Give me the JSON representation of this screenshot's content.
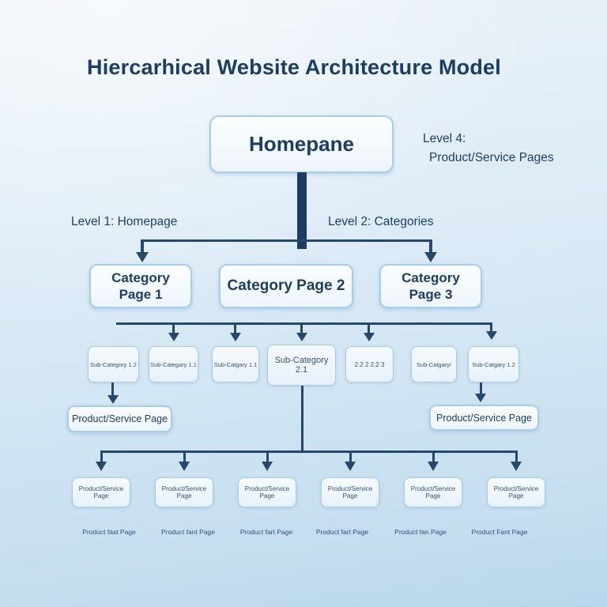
{
  "title": "Hiercarhical Website Architecture Model",
  "colors": {
    "line": "#27486d",
    "text": "#1c3d66",
    "node_border": "#a8cde8"
  },
  "homepage": {
    "label": "Homepane"
  },
  "annotations": {
    "level1": "Level 1: Homepage",
    "level2": "Level 2: Categories",
    "level4_title": "Level 4:",
    "level4_sub": "Product/Service Pages"
  },
  "categories": [
    "Category\nPage 1",
    "Category Page 2",
    "Category\nPage 3"
  ],
  "subcategories": [
    "Sub-Category 1.2",
    "Sub-Categary 1.1",
    "Sub-Catgary 1.1",
    "Sub-Category 2.1",
    "2.2 2 2.2 3",
    "Sub-Catgary/",
    "Sub-Catgary 1.2"
  ],
  "mid_product_pages": [
    "Product/Service Page",
    "Product/Service Page"
  ],
  "bottom_product_pages": [
    "Product/Service Page",
    "Product/Service Page",
    "Product/Service Page",
    "Product/Service Page",
    "Product/Service Page",
    "Product/Service Page"
  ],
  "bottom_captions": [
    "Product fast Page",
    "Product fant Page",
    "Product fart Page",
    "Product fart Page",
    "Product fan Page",
    "Product Fant Page"
  ]
}
